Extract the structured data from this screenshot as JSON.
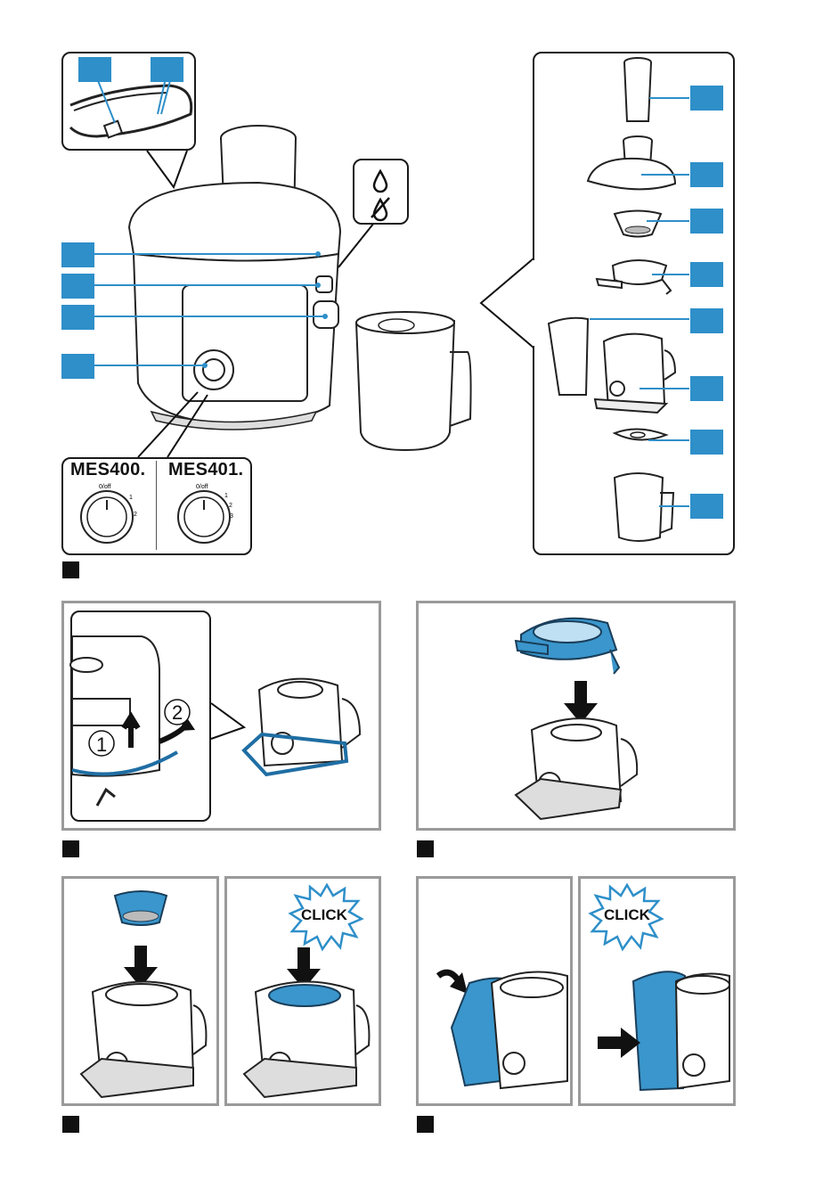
{
  "models": {
    "left": "MES400.",
    "right": "MES401."
  },
  "dials": {
    "left": {
      "off": "0/off",
      "n1": "1",
      "n2": "2"
    },
    "right": {
      "off": "0/off",
      "n1": "1",
      "n2": "2",
      "n3": "3"
    }
  },
  "steps": {
    "one": "1",
    "two": "2"
  },
  "click": {
    "a": "CLICK",
    "b": "CLICK"
  },
  "colors": {
    "callout": "#2e8fc9",
    "part_blue": "#3a96cc",
    "frame_gray": "#9a9a9a"
  },
  "icons": [
    "drip-on-icon",
    "drip-off-icon"
  ]
}
